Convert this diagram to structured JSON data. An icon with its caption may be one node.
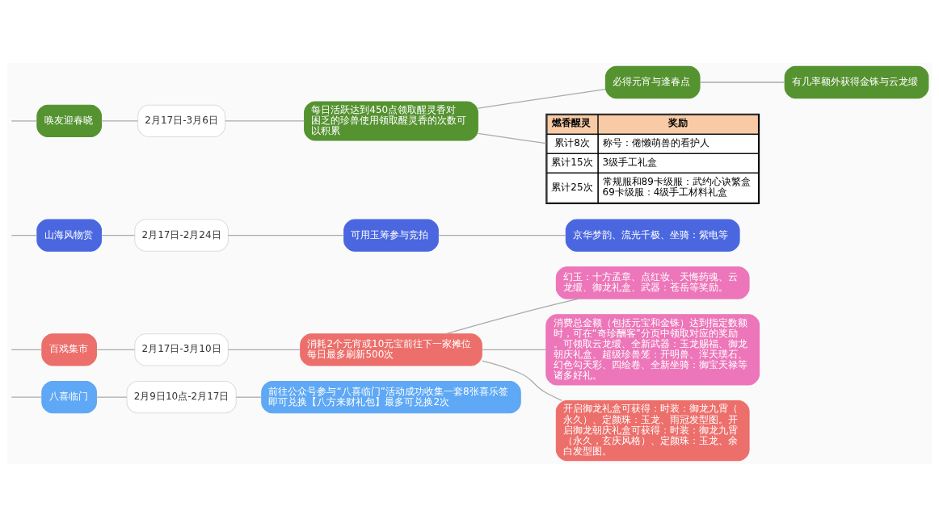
{
  "diagram": {
    "nodes": [
      {
        "text": [
          "八喜临门"
        ]
      },
      {
        "text": [
          "2月9日10点-2月17日"
        ]
      },
      {
        "text": [
          "前往公众号参与“八喜临门”活动成功收集一套8张喜乐签即可兑换【八方来财礼包】最多可兑换2次"
        ]
      },
      {
        "text": [
          "百戏集市"
        ]
      },
      {
        "text": [
          "2月17日-3月10日"
        ]
      },
      {
        "text": [
          "消耗2个元宵或10元宝前往下一家摊位每日最多刷新500次"
        ]
      },
      {
        "text": [
          "幻玉：十方孟章、点红妆、天悔药魂、云龙缎、御龙礼盒、武器：苍岳等奖励。"
        ]
      },
      {
        "text": [
          "消费总金额（包括元宝和金铢）达到指定数额时，可在“奇珍酬客”分页中领取对应的奖励。可领取云龙缎、全新武器：玉龙赐福、御龙朝庆礼盒、超级珍兽笼：开明兽、浑天璞石、幻色勾天彩、四绘卷、全新坐骑：御宝天禄等诸多好礼。"
        ]
      },
      {
        "text": [
          "开启御龙礼盒可获得：时装：御龙九霄（永久）、定颜珠：玉龙、雨冠发型图。开启御龙朝庆礼盒可获得：时装：御龙九霄（永久，玄庆风格）、定颜珠：玉龙、余白发型图。"
        ]
      },
      {
        "text": [
          "山海风物赏"
        ]
      },
      {
        "text": [
          "2月17日-2月24日"
        ]
      },
      {
        "text": [
          "可用玉筹参与竞拍"
        ]
      },
      {
        "text": [
          "京华梦韵、流光千极、坐骑：紫电等"
        ]
      },
      {
        "text": [
          "唤友迎春晓"
        ]
      },
      {
        "text": [
          "2月17日-3月6日"
        ]
      },
      {
        "text": [
          "每日活跃达到450点领取醒灵香对困乏的珍兽使用领取醒灵香的次数可以积累"
        ]
      },
      {
        "text": [
          "必得元宵与逢春点"
        ]
      },
      {
        "text": [
          "有几率额外获得金铢与云龙缎"
        ]
      },
      {
        "text": [
          "燃香醒灵",
          "奖励",
          "累计8次",
          "称号：倦懒萌兽的看护人",
          "累计15次",
          "3级手工礼盒",
          "累计25次",
          "常规服和89卡级服：武约心诀繁盒 69卡级服：4级手工材料礼盒"
        ]
      }
    ],
    "edges": [
      {
        "from": null,
        "to": 0,
        "arrow": "none"
      },
      {
        "from": 0,
        "to": 1,
        "arrow": "none"
      },
      {
        "from": 1,
        "to": 2,
        "arrow": "none"
      },
      {
        "from": null,
        "to": 3,
        "arrow": "none"
      },
      {
        "from": 3,
        "to": 4,
        "arrow": "none"
      },
      {
        "from": 4,
        "to": 5,
        "arrow": "none"
      },
      {
        "from": 5,
        "to": 6,
        "arrow": "none"
      },
      {
        "from": 5,
        "to": 7,
        "arrow": "none"
      },
      {
        "from": 5,
        "to": 8,
        "arrow": "none"
      },
      {
        "from": null,
        "to": 9,
        "arrow": "none"
      },
      {
        "from": 9,
        "to": 10,
        "arrow": "none"
      },
      {
        "from": 10,
        "to": 11,
        "arrow": "none"
      },
      {
        "from": 11,
        "to": 12,
        "arrow": "none"
      },
      {
        "from": null,
        "to": 13,
        "arrow": "none"
      },
      {
        "from": 13,
        "to": 14,
        "arrow": "none"
      },
      {
        "from": 14,
        "to": 15,
        "arrow": "none"
      },
      {
        "from": 15,
        "to": 16,
        "arrow": "none"
      },
      {
        "from": 16,
        "to": 17,
        "arrow": "none"
      },
      {
        "from": 15,
        "to": 18,
        "arrow": "none"
      }
    ]
  }
}
